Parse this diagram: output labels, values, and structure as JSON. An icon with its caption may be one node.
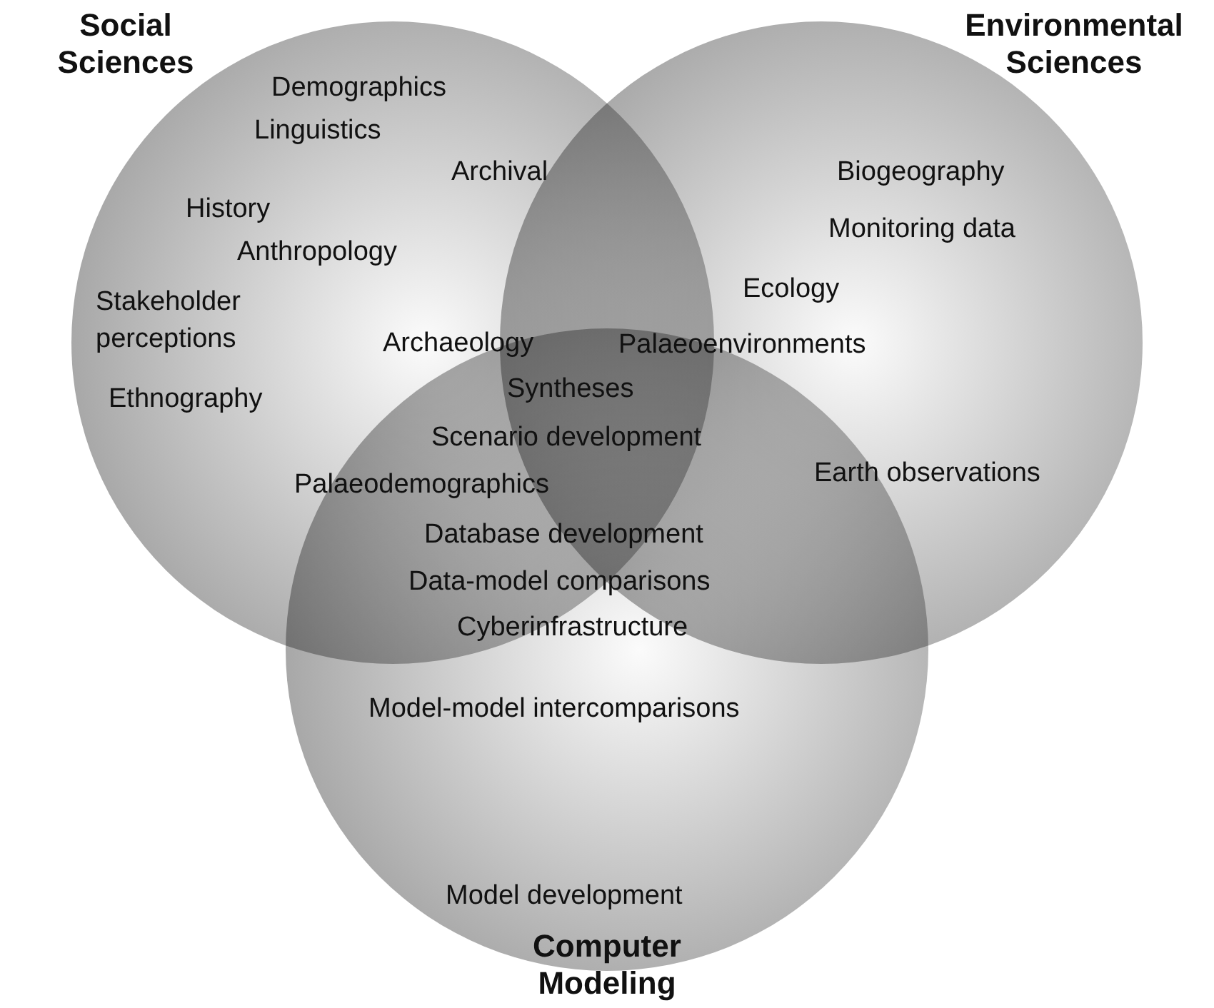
{
  "diagram": {
    "nodes": [
      {
        "text": [
          "Social Sciences"
        ]
      },
      {
        "text": [
          "Environmental Sciences"
        ]
      },
      {
        "text": [
          "Computer Modeling"
        ]
      }
    ],
    "edges": [],
    "labels": [
      "Demographics",
      "Linguistics",
      "Archival",
      "Biogeography",
      "History",
      "Monitoring data",
      "Anthropology",
      "Ecology",
      "Stakeholder perceptions",
      "Archaeology",
      "Palaeoenvironments",
      "Ethnography",
      "Syntheses",
      "Scenario development",
      "Earth observations",
      "Palaeodemographics",
      "Database development",
      "Data-model comparisons",
      "Cyberinfrastructure",
      "Model-model intercomparisons",
      "Model development"
    ]
  }
}
